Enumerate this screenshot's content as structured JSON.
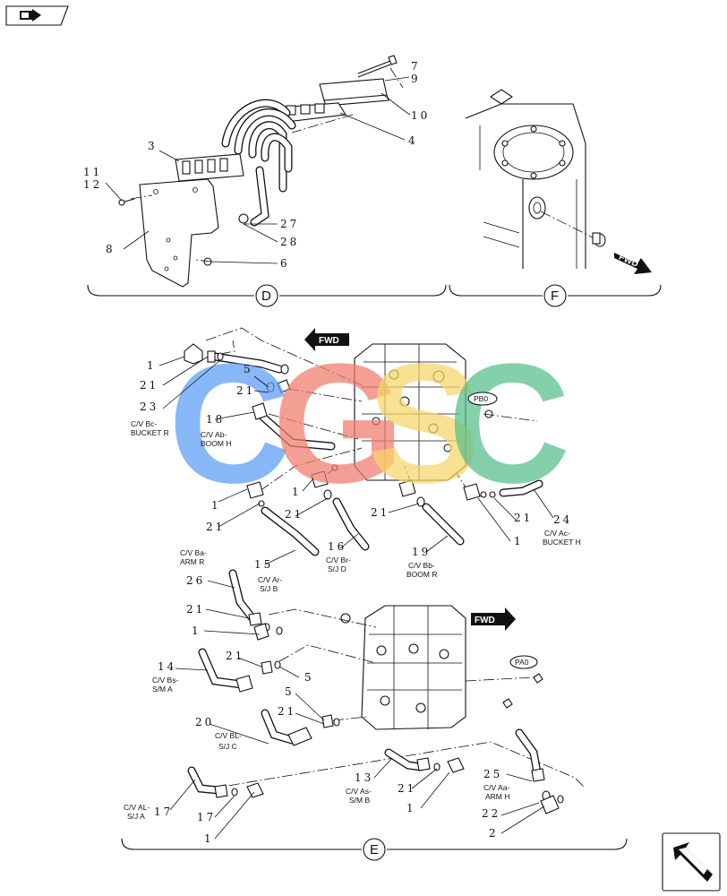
{
  "views": {
    "d": "D",
    "f": "F",
    "e": "E"
  },
  "fwd": "FWD",
  "ports": {
    "pb0": "PB0",
    "pa0": "PA0"
  },
  "watermark": {
    "c1": "C",
    "g": "G",
    "s": "S",
    "c2": "C",
    "colors": {
      "c1": "#5b9cf4",
      "g": "#f07b6c",
      "s": "#f8d66a",
      "c2": "#56bf8c"
    }
  },
  "callouts": {
    "d7": "7",
    "d9": "9",
    "d10": "10",
    "d4": "4",
    "d3": "3",
    "d11": "11",
    "d12": "12",
    "d27": "27",
    "d28": "28",
    "d8": "8",
    "d6": "6",
    "u1a": "1",
    "u21a": "21",
    "u23": "23",
    "u5": "5",
    "u21b": "21",
    "u18": "18",
    "u1b": "1",
    "u21c": "21",
    "u21d": "21",
    "u1c": "1",
    "u21e": "21",
    "u21f": "21",
    "u1d": "1",
    "u24": "24",
    "u15": "15",
    "u16": "16",
    "u19": "19",
    "l26": "26",
    "l21a": "21",
    "l1a": "1",
    "l21b": "21",
    "l14": "14",
    "l5a": "5",
    "l5b": "5",
    "l21c": "21",
    "l20": "20",
    "l13": "13",
    "l21d": "21",
    "l1b": "1",
    "l25": "25",
    "l22": "22",
    "l2": "2",
    "l17a": "17",
    "l17b": "17",
    "l1c": "1"
  },
  "labels": {
    "bc_1": "C/V Bc-",
    "bc_2": "BUCKET R",
    "ab_1": "C/V Ab-",
    "ab_2": "BOOM H",
    "ac_1": "C/V Ac-",
    "ac_2": "BUCKET H",
    "br_1": "C/V Br-",
    "br_2": "S/J D",
    "bb_1": "C/V Bb-",
    "bb_2": "BOOM R",
    "ar_1": "C/V Ar-",
    "ar_2": "S/J B",
    "ba_1": "C/V Ba-",
    "ba_2": "ARM R",
    "bs_1": "C/V Bs-",
    "bs_2": "S/M A",
    "bl_1": "C/V BL-",
    "bl_2": "S/J C",
    "as_1": "C/V As-",
    "as_2": "S/M B",
    "aa_1": "C/V Aa-",
    "aa_2": "ARM H",
    "al_1": "C/V AL-",
    "al_2": "S/J A"
  }
}
